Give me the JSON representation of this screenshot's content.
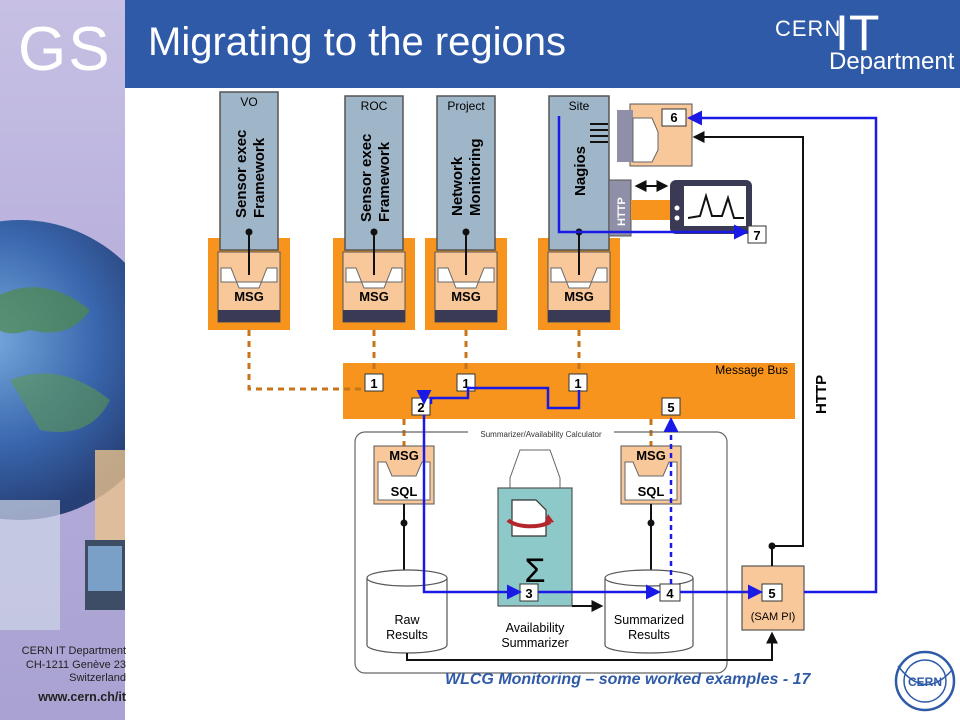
{
  "header": {
    "logo_text": "GS",
    "title": "Migrating to the regions",
    "cern_logo": {
      "cern": "CERN",
      "it": "IT",
      "department": "Department"
    }
  },
  "footer": {
    "address_lines": [
      "CERN IT Department",
      "CH-1211 Genève 23",
      "Switzerland"
    ],
    "url": "www.cern.ch/it",
    "caption": "WLCG Monitoring – some worked examples - 17",
    "cern_circle_text": "CERN"
  },
  "diagram": {
    "columns": [
      {
        "top_label": "VO",
        "name": "Sensor exec Framework",
        "msg": "MSG"
      },
      {
        "top_label": "ROC",
        "name": "Sensor exec Framework",
        "msg": "MSG"
      },
      {
        "top_label": "Project",
        "name": "Network Monitoring",
        "msg": "MSG"
      },
      {
        "top_label": "Site",
        "name": "Nagios",
        "msg": "MSG"
      }
    ],
    "col_lines": [
      [
        "Sensor exec",
        "Framework"
      ],
      [
        "Sensor exec",
        "Framework"
      ],
      [
        "Network",
        "Monitoring"
      ],
      [
        "Nagios"
      ]
    ],
    "http_small": "HTTP",
    "message_bus": "Message Bus",
    "http_vertical": "HTTP",
    "summarizer_label": "Summarizer/Availability Calculator",
    "msg_sql_left": {
      "msg": "MSG",
      "sql": "SQL"
    },
    "msg_sql_right": {
      "msg": "MSG",
      "sql": "SQL"
    },
    "raw_results": [
      "Raw",
      "Results"
    ],
    "availability_summarizer": [
      "Availability",
      "Summarizer"
    ],
    "summarized_results": [
      "Summarized",
      "Results"
    ],
    "sam_pi": "(SAM PI)",
    "sigma": "Σ",
    "steps": {
      "s1a": "1",
      "s1b": "1",
      "s1c": "1",
      "s2": "2",
      "s3": "3",
      "s4": "4",
      "s5a": "5",
      "s5b": "5",
      "s6": "6",
      "s7": "7"
    }
  },
  "colors": {
    "header_blue": "#2f5aa8",
    "orange": "#f7941d",
    "peach": "#f9c89a",
    "steel": "#9fb6c8",
    "teal": "#8ec9c9",
    "arrow_blue": "#1a1ae6"
  }
}
